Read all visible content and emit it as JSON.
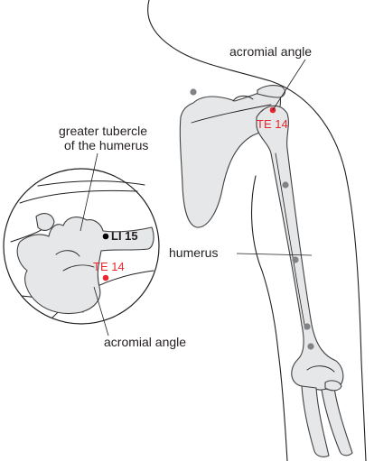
{
  "labels": {
    "acromial_angle_top": "acromial angle",
    "te14_main": "TE 14",
    "greater_tubercle_line1": "greater tubercle",
    "greater_tubercle_line2": "of the humerus",
    "li15": "LI 15",
    "te14_inset": "TE 14",
    "humerus": "humerus",
    "acromial_angle_inset": "acromial angle"
  },
  "colors": {
    "acupoint_red": "#e8262d",
    "li_point_black": "#000000",
    "bone_fill": "#e6e7e8",
    "bone_dot_grey": "#808285",
    "line": "#231f20"
  }
}
